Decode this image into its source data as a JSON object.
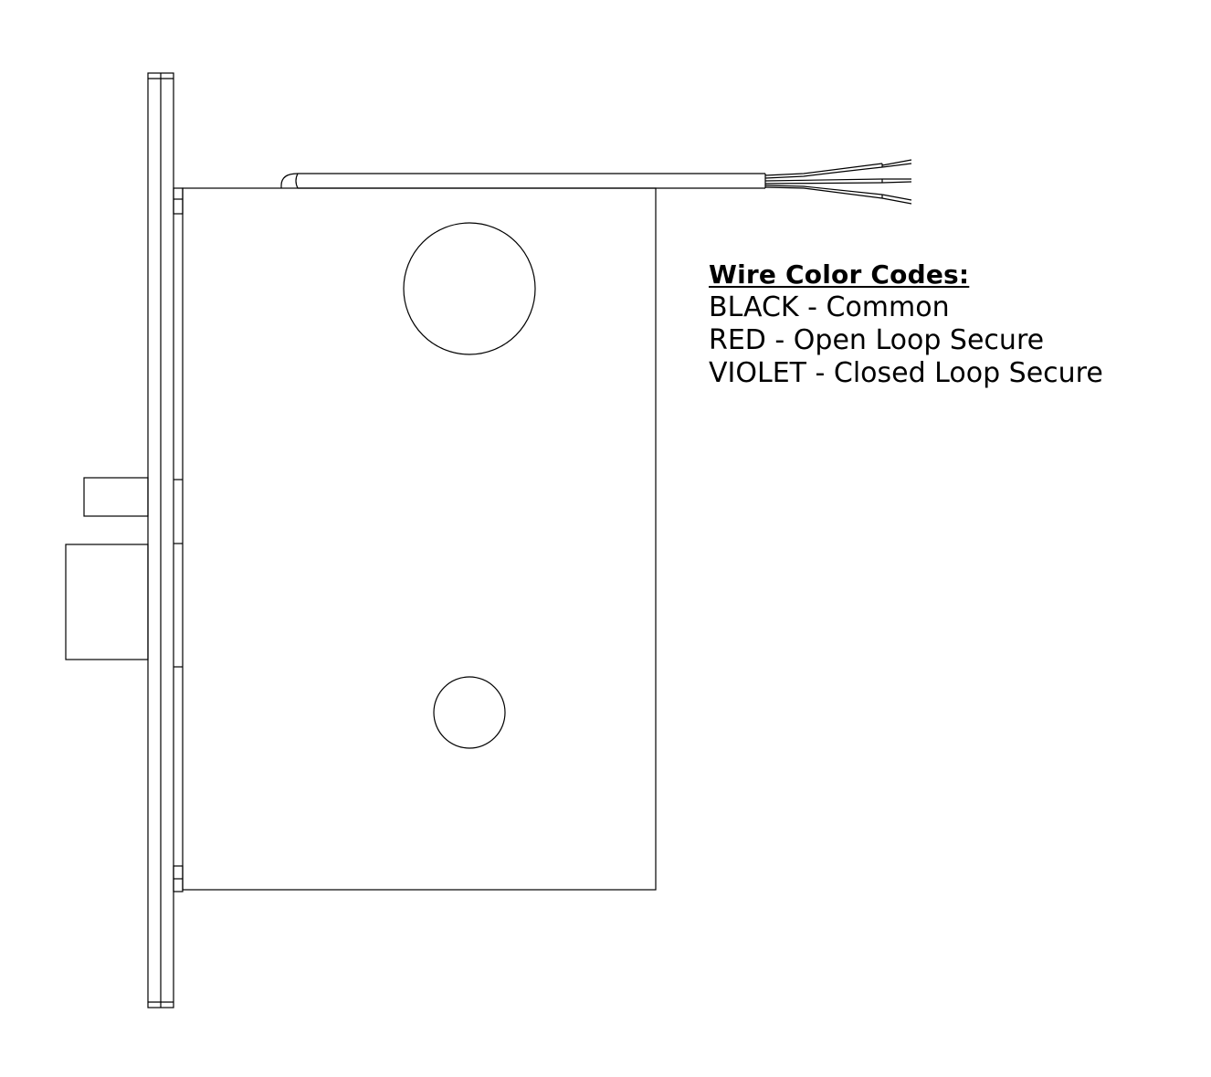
{
  "legend": {
    "title": "Wire Color Codes:",
    "items": [
      {
        "label": "BLACK - Common",
        "color": "#000000"
      },
      {
        "label": "RED - Open Loop Secure",
        "color": "#cc0000"
      },
      {
        "label": "VIOLET - Closed Loop Secure",
        "color": "#7f00ff"
      }
    ]
  },
  "colors": {
    "line": "#000000",
    "background": "#ffffff"
  }
}
